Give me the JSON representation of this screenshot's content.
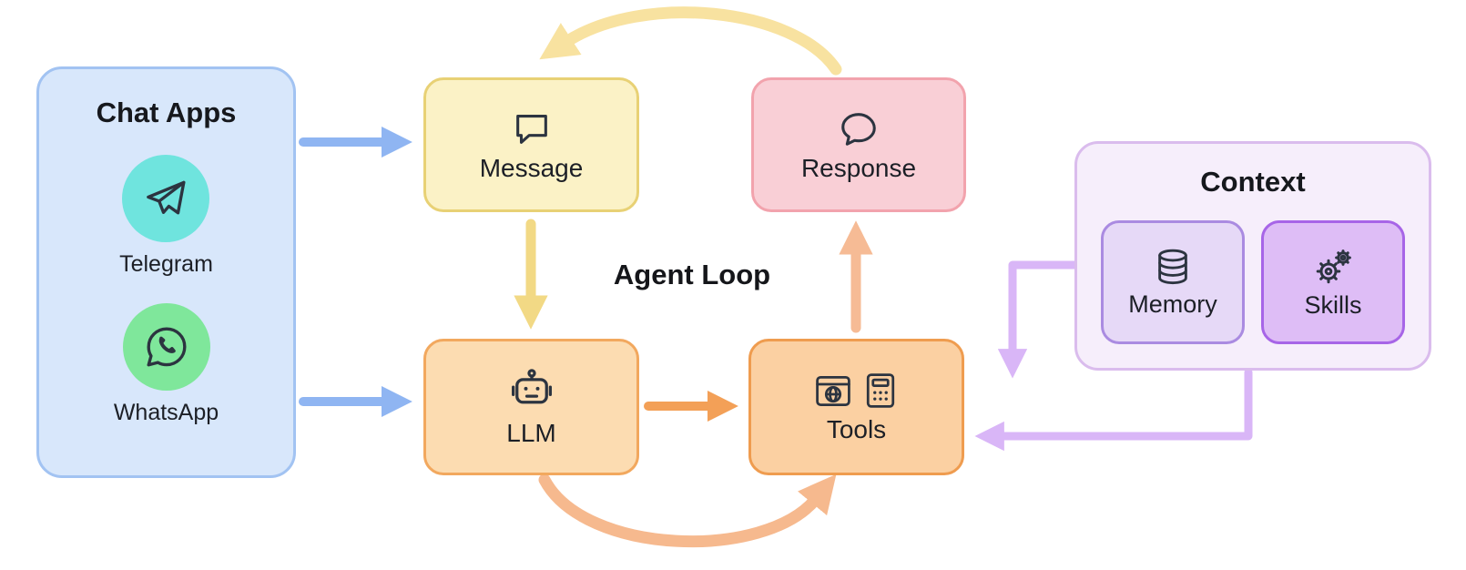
{
  "diagram": {
    "center_label": "Agent Loop",
    "chat_apps": {
      "title": "Chat Apps",
      "apps": [
        {
          "label": "Telegram",
          "icon": "telegram-icon",
          "circle_color": "#6fe4de"
        },
        {
          "label": "WhatsApp",
          "icon": "whatsapp-icon",
          "circle_color": "#7fe79b"
        }
      ]
    },
    "nodes": {
      "message": {
        "label": "Message",
        "icon": "speech-bubble-square-icon",
        "fill": "#fbf2c6",
        "border": "#e8d175"
      },
      "response": {
        "label": "Response",
        "icon": "speech-bubble-round-icon",
        "fill": "#f9cfd6",
        "border": "#f2a3ad"
      },
      "llm": {
        "label": "LLM",
        "icon": "robot-icon",
        "fill": "#fcdcb1",
        "border": "#f2a85e"
      },
      "tools": {
        "label": "Tools",
        "icons": [
          "browser-icon",
          "calculator-icon"
        ],
        "fill": "#fbd0a2",
        "border": "#ef9c4f"
      }
    },
    "context": {
      "title": "Context",
      "items": [
        {
          "label": "Memory",
          "icon": "database-icon",
          "fill": "#e6d9f7",
          "border": "#aa8be1"
        },
        {
          "label": "Skills",
          "icon": "gears-icon",
          "fill": "#debdf6",
          "border": "#a765e7"
        }
      ]
    },
    "arrows": [
      {
        "from": "chat-apps",
        "to": "message",
        "color": "#8fb5f2",
        "style": "straight"
      },
      {
        "from": "chat-apps",
        "to": "llm",
        "color": "#8fb5f2",
        "style": "straight"
      },
      {
        "from": "message",
        "to": "llm",
        "color": "#f2d985",
        "style": "straight"
      },
      {
        "from": "llm",
        "to": "tools",
        "color": "#f3a057",
        "style": "straight"
      },
      {
        "from": "tools",
        "to": "response",
        "color": "#f6bb95",
        "style": "straight"
      },
      {
        "from": "response",
        "to": "message",
        "color": "#f8e2a0",
        "style": "curved-top"
      },
      {
        "from": "llm",
        "to": "tools",
        "color": "#f6b98e",
        "style": "curved-bottom"
      },
      {
        "from": "context",
        "to": "tools",
        "color": "#d9b6f7",
        "style": "elbow-down"
      },
      {
        "from": "context",
        "to": "tools",
        "color": "#d9b6f7",
        "style": "elbow-left"
      }
    ]
  }
}
